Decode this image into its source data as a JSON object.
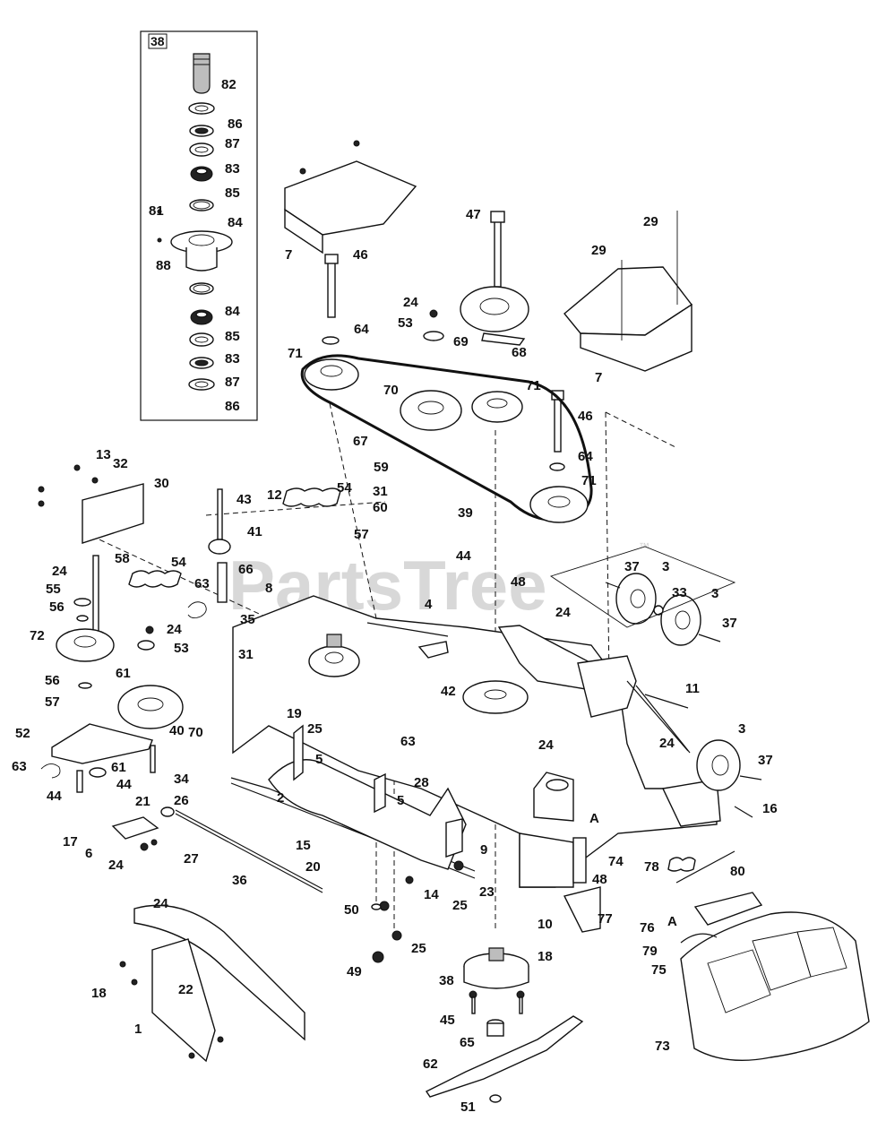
{
  "watermark": "PartsTree",
  "watermark_tm": "™",
  "inset": {
    "tag": "38"
  },
  "callouts": [
    {
      "id": "c82",
      "text": "82"
    },
    {
      "id": "c86a",
      "text": "86"
    },
    {
      "id": "c87a",
      "text": "87"
    },
    {
      "id": "c83a",
      "text": "83"
    },
    {
      "id": "c85a",
      "text": "85"
    },
    {
      "id": "c84a",
      "text": "84"
    },
    {
      "id": "c81",
      "text": "81"
    },
    {
      "id": "c88",
      "text": "88"
    },
    {
      "id": "c84b",
      "text": "84"
    },
    {
      "id": "c85b",
      "text": "85"
    },
    {
      "id": "c83b",
      "text": "83"
    },
    {
      "id": "c87b",
      "text": "87"
    },
    {
      "id": "c86b",
      "text": "86"
    },
    {
      "id": "c7a",
      "text": "7"
    },
    {
      "id": "c46a",
      "text": "46"
    },
    {
      "id": "c64a",
      "text": "64"
    },
    {
      "id": "c71a",
      "text": "71"
    },
    {
      "id": "c47",
      "text": "47"
    },
    {
      "id": "c24a",
      "text": "24"
    },
    {
      "id": "c53a",
      "text": "53"
    },
    {
      "id": "c69",
      "text": "69"
    },
    {
      "id": "c68",
      "text": "68"
    },
    {
      "id": "c70a",
      "text": "70"
    },
    {
      "id": "c71b",
      "text": "71"
    },
    {
      "id": "c67",
      "text": "67"
    },
    {
      "id": "c46b",
      "text": "46"
    },
    {
      "id": "c64b",
      "text": "64"
    },
    {
      "id": "c71c",
      "text": "71"
    },
    {
      "id": "c29a",
      "text": "29"
    },
    {
      "id": "c29b",
      "text": "29"
    },
    {
      "id": "c7b",
      "text": "7"
    },
    {
      "id": "c13",
      "text": "13"
    },
    {
      "id": "c32",
      "text": "32"
    },
    {
      "id": "c30",
      "text": "30"
    },
    {
      "id": "c43",
      "text": "43"
    },
    {
      "id": "c12",
      "text": "12"
    },
    {
      "id": "c54a",
      "text": "54"
    },
    {
      "id": "c59",
      "text": "59"
    },
    {
      "id": "c31a",
      "text": "31"
    },
    {
      "id": "c60",
      "text": "60"
    },
    {
      "id": "c39",
      "text": "39"
    },
    {
      "id": "c57a",
      "text": "57"
    },
    {
      "id": "c44a",
      "text": "44"
    },
    {
      "id": "c41",
      "text": "41"
    },
    {
      "id": "c58",
      "text": "58"
    },
    {
      "id": "c54b",
      "text": "54"
    },
    {
      "id": "c66",
      "text": "66"
    },
    {
      "id": "c8",
      "text": "8"
    },
    {
      "id": "c24b",
      "text": "24"
    },
    {
      "id": "c55",
      "text": "55"
    },
    {
      "id": "c56a",
      "text": "56"
    },
    {
      "id": "c63a",
      "text": "63"
    },
    {
      "id": "c35",
      "text": "35"
    },
    {
      "id": "c4",
      "text": "4"
    },
    {
      "id": "c48a",
      "text": "48"
    },
    {
      "id": "c37a",
      "text": "37"
    },
    {
      "id": "c3a",
      "text": "3"
    },
    {
      "id": "c33",
      "text": "33"
    },
    {
      "id": "c3b",
      "text": "3"
    },
    {
      "id": "c37b",
      "text": "37"
    },
    {
      "id": "c24c",
      "text": "24"
    },
    {
      "id": "c72",
      "text": "72"
    },
    {
      "id": "c24d",
      "text": "24"
    },
    {
      "id": "c53b",
      "text": "53"
    },
    {
      "id": "c31b",
      "text": "31"
    },
    {
      "id": "c56b",
      "text": "56"
    },
    {
      "id": "c61a",
      "text": "61"
    },
    {
      "id": "c57b",
      "text": "57"
    },
    {
      "id": "c70b",
      "text": "70"
    },
    {
      "id": "c19",
      "text": "19"
    },
    {
      "id": "c25a",
      "text": "25"
    },
    {
      "id": "c42",
      "text": "42"
    },
    {
      "id": "c11",
      "text": "11"
    },
    {
      "id": "c52",
      "text": "52"
    },
    {
      "id": "c40",
      "text": "40"
    },
    {
      "id": "c5a",
      "text": "5"
    },
    {
      "id": "c63b",
      "text": "63"
    },
    {
      "id": "c24e",
      "text": "24"
    },
    {
      "id": "c24f",
      "text": "24"
    },
    {
      "id": "c3c",
      "text": "3"
    },
    {
      "id": "c37c",
      "text": "37"
    },
    {
      "id": "c63c",
      "text": "63"
    },
    {
      "id": "c61b",
      "text": "61"
    },
    {
      "id": "c34",
      "text": "34"
    },
    {
      "id": "c44b",
      "text": "44"
    },
    {
      "id": "c44c",
      "text": "44"
    },
    {
      "id": "c28",
      "text": "28"
    },
    {
      "id": "c21",
      "text": "21"
    },
    {
      "id": "c26",
      "text": "26"
    },
    {
      "id": "c2",
      "text": "2"
    },
    {
      "id": "c5b",
      "text": "5"
    },
    {
      "id": "c16",
      "text": "16"
    },
    {
      "id": "c17",
      "text": "17"
    },
    {
      "id": "c6",
      "text": "6"
    },
    {
      "id": "c24g",
      "text": "24"
    },
    {
      "id": "c27",
      "text": "27"
    },
    {
      "id": "c15",
      "text": "15"
    },
    {
      "id": "c20",
      "text": "20"
    },
    {
      "id": "c9",
      "text": "9"
    },
    {
      "id": "cA1",
      "text": "A"
    },
    {
      "id": "c74",
      "text": "74"
    },
    {
      "id": "c78",
      "text": "78"
    },
    {
      "id": "c80",
      "text": "80"
    },
    {
      "id": "c36",
      "text": "36"
    },
    {
      "id": "c14",
      "text": "14"
    },
    {
      "id": "c23",
      "text": "23"
    },
    {
      "id": "c25b",
      "text": "25"
    },
    {
      "id": "c48b",
      "text": "48"
    },
    {
      "id": "c10",
      "text": "10"
    },
    {
      "id": "c77",
      "text": "77"
    },
    {
      "id": "c76",
      "text": "76"
    },
    {
      "id": "cA2",
      "text": "A"
    },
    {
      "id": "c24h",
      "text": "24"
    },
    {
      "id": "c50",
      "text": "50"
    },
    {
      "id": "c18a",
      "text": "18"
    },
    {
      "id": "c79",
      "text": "79"
    },
    {
      "id": "c75",
      "text": "75"
    },
    {
      "id": "c25c",
      "text": "25"
    },
    {
      "id": "c49",
      "text": "49"
    },
    {
      "id": "c38",
      "text": "38"
    },
    {
      "id": "c22",
      "text": "22"
    },
    {
      "id": "c18b",
      "text": "18"
    },
    {
      "id": "c45",
      "text": "45"
    },
    {
      "id": "c1",
      "text": "1"
    },
    {
      "id": "c65",
      "text": "65"
    },
    {
      "id": "c73",
      "text": "73"
    },
    {
      "id": "c62",
      "text": "62"
    },
    {
      "id": "c51",
      "text": "51"
    }
  ]
}
